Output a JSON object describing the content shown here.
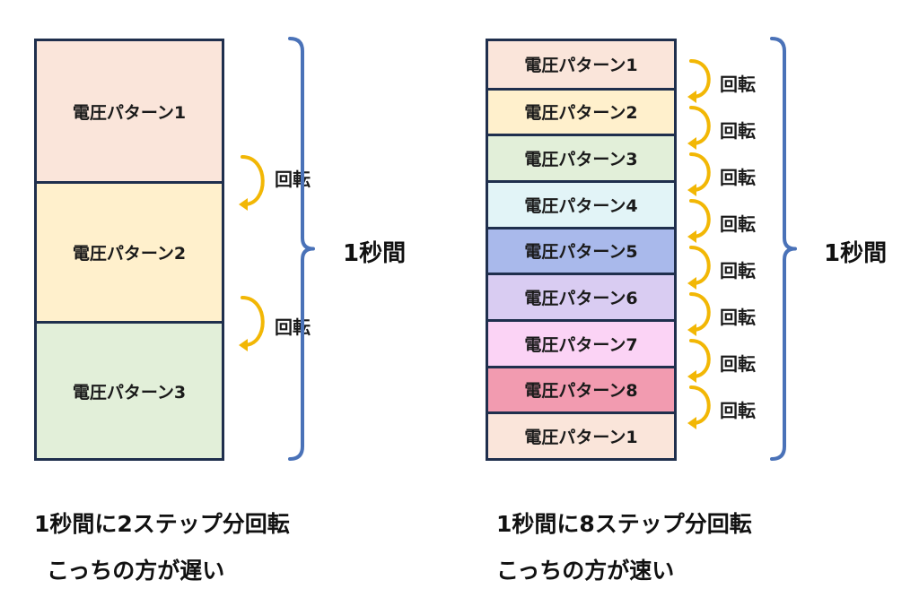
{
  "left": {
    "boxes": [
      {
        "label": "電圧パターン1",
        "color": "#fae5da"
      },
      {
        "label": "電圧パターン2",
        "color": "#fff0cc"
      },
      {
        "label": "電圧パターン3",
        "color": "#e2efd9"
      }
    ],
    "rotate_label": "回転",
    "duration_label": "1秒間",
    "caption_line1": "1秒間に2ステップ分回転",
    "caption_line2": "こっちの方が遅い"
  },
  "right": {
    "boxes": [
      {
        "label": "電圧パターン1",
        "color": "#fae5da"
      },
      {
        "label": "電圧パターン2",
        "color": "#fff0cc"
      },
      {
        "label": "電圧パターン3",
        "color": "#e2efd9"
      },
      {
        "label": "電圧パターン4",
        "color": "#e2f4f7"
      },
      {
        "label": "電圧パターン5",
        "color": "#a9b9eb"
      },
      {
        "label": "電圧パターン6",
        "color": "#d9ccf2"
      },
      {
        "label": "電圧パターン7",
        "color": "#fbd3f5"
      },
      {
        "label": "電圧パターン8",
        "color": "#f29bb0"
      },
      {
        "label": "電圧パターン1",
        "color": "#fae5da"
      }
    ],
    "rotate_label": "回転",
    "duration_label": "1秒間",
    "caption_line1": "1秒間に8ステップ分回転",
    "caption_line2": "こっちの方が速い"
  },
  "colors": {
    "border": "#1f2f4d",
    "arrow": "#f2b705",
    "brace": "#4a72b8"
  }
}
